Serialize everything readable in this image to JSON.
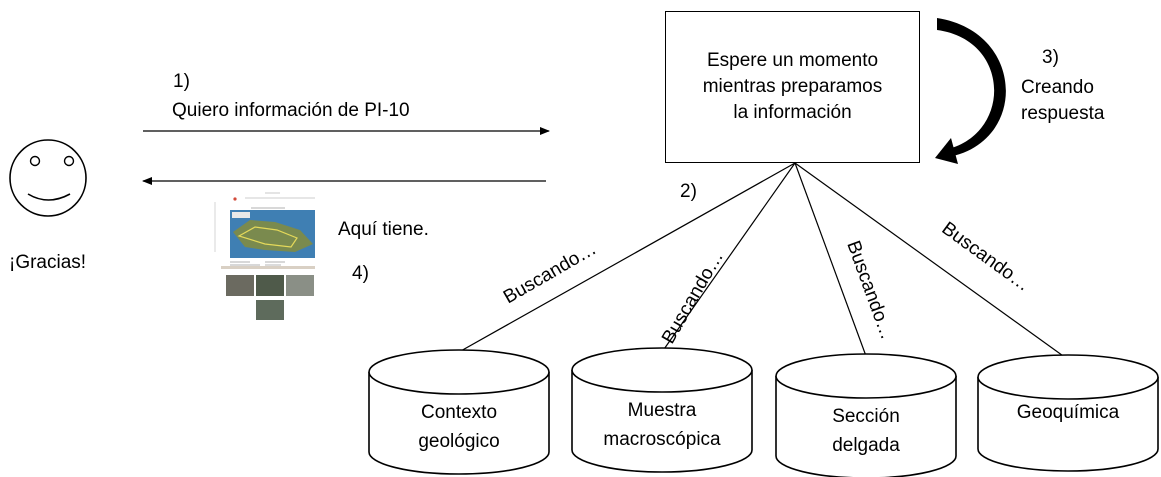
{
  "user": {
    "thanks": "¡Gracias!"
  },
  "request": {
    "step": "1)",
    "text": "Quiero información de PI-10"
  },
  "response": {
    "text": "Aquí tiene.",
    "step": "4)"
  },
  "server": {
    "text": "Espere un momento mientras preparamos la información"
  },
  "processing": {
    "step": "3)",
    "line1": "Creando",
    "line2": "respuesta"
  },
  "search": {
    "step": "2)",
    "labels": [
      "Buscando…",
      "Buscando…",
      "Buscando…",
      "Buscando…"
    ]
  },
  "databases": [
    {
      "line1": "Contexto",
      "line2": "geológico"
    },
    {
      "line1": "Muestra",
      "line2": "macroscópica"
    },
    {
      "line1": "Sección",
      "line2": "delgada"
    },
    {
      "line1": "Geoquímica",
      "line2": ""
    }
  ],
  "colors": {
    "stroke": "#000000",
    "map_water": "#3f7fb3",
    "map_land": "#7a8a4e",
    "map_outline": "#e5d95a"
  }
}
